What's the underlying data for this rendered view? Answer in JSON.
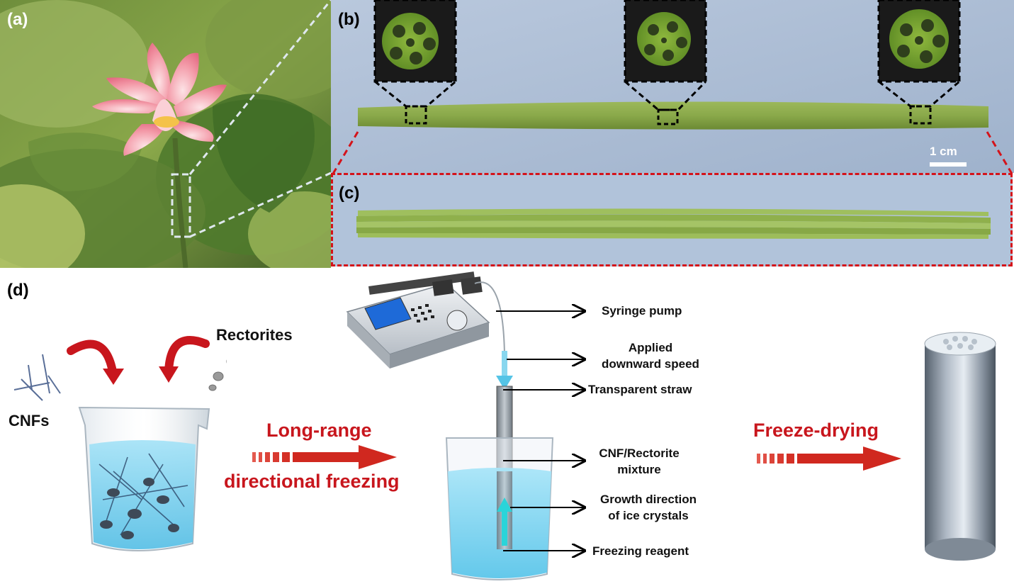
{
  "panels": {
    "a": "(a)",
    "b": "(b)",
    "c": "(c)",
    "d": "(d)"
  },
  "scale_bar": "1 cm",
  "materials": {
    "rectorites": "Rectorites",
    "cnfs": "CNFs"
  },
  "process": {
    "step1_line1": "Long-range",
    "step1_line2": "directional freezing",
    "step2": "Freeze-drying"
  },
  "callouts": {
    "syringe_pump": "Syringe pump",
    "applied_speed_line1": "Applied",
    "applied_speed_line2": "downward speed",
    "straw": "Transparent straw",
    "mixture_line1": "CNF/Rectorite",
    "mixture_line2": "mixture",
    "growth_line1": "Growth direction",
    "growth_line2": "of ice crystals",
    "reagent": "Freezing reagent"
  },
  "colors": {
    "accent_red": "#c8161d",
    "dashed_red": "#d4131a",
    "dashed_light": "#dfe8ee",
    "ice_cyan": "#2ad4d9",
    "water_blue": "#8fd6f0",
    "photo_background": "#aebfd6"
  }
}
